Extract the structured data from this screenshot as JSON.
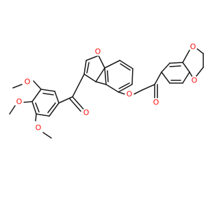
{
  "structure": {
    "atom_colors": {
      "O": "#ff0d0d"
    },
    "labels": {
      "furan_oxygen": "O",
      "ether_oxygen": "O",
      "ketone_oxygen_left": "O",
      "ketone_oxygen_right": "O",
      "dioxane_oxygen_top": "O",
      "dioxane_oxygen_bottom": "O",
      "methoxy_oxygen_top": "O",
      "methoxy_oxygen_middle": "O",
      "methoxy_oxygen_bottom": "O"
    }
  }
}
